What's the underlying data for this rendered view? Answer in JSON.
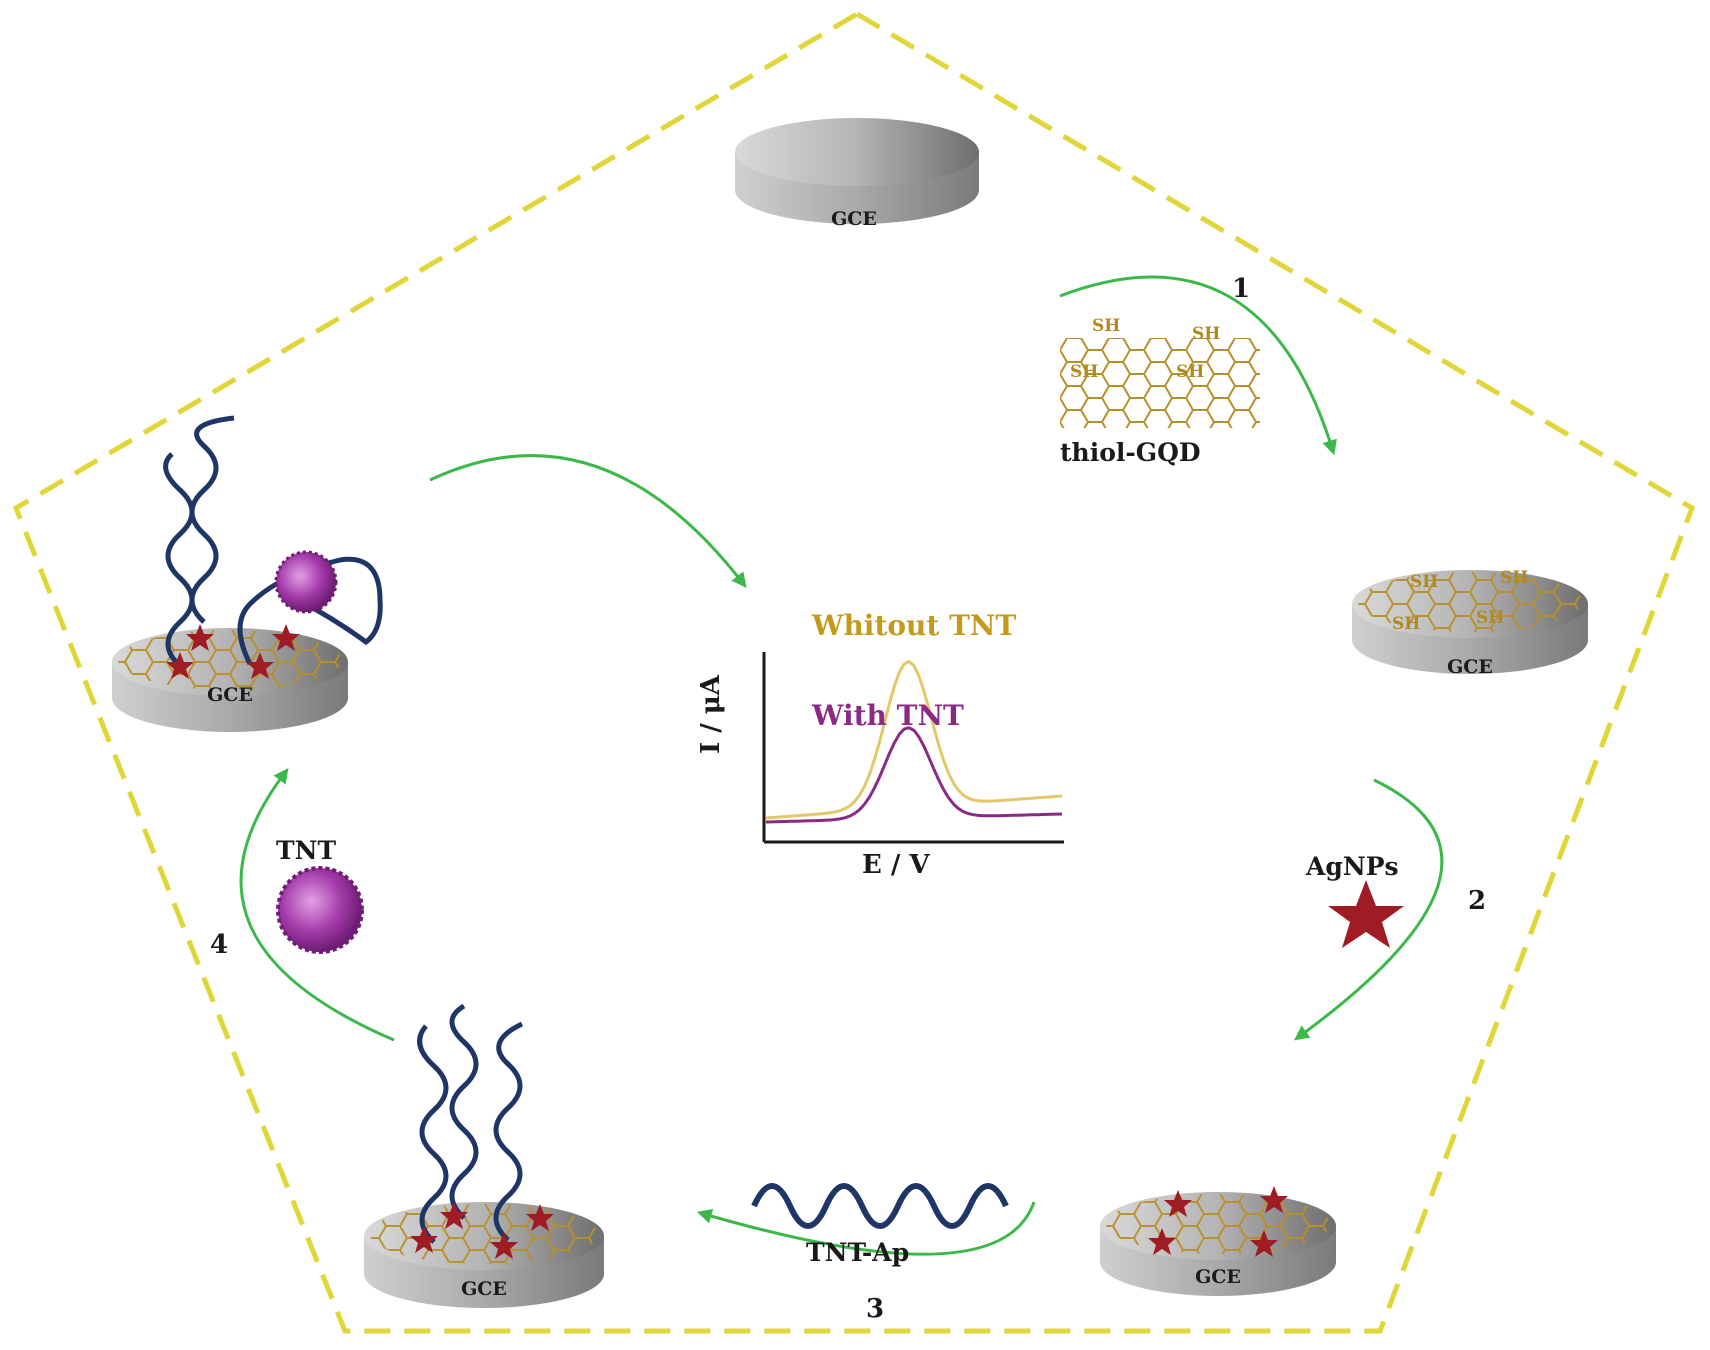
{
  "colors": {
    "frame": "#e0d63a",
    "arrow": "#3cb84a",
    "gqd": "#b8902a",
    "aptamer": "#1e3566",
    "agnp": "#a01c24",
    "tnt": "#a23aa8",
    "curve_without": "#e3c86a",
    "curve_with": "#8a2a86",
    "disk_top": "#b8b8b8",
    "disk_side": "#9c9c9c"
  },
  "electrodes": {
    "top": "GCE",
    "right": "GCE",
    "bottom_right": "GCE",
    "bottom_left": "GCE",
    "left": "GCE"
  },
  "steps": {
    "step1": {
      "number": "1",
      "reagent": "thiol-GQD",
      "groups": [
        "SH",
        "SH",
        "SH",
        "SH"
      ]
    },
    "step2": {
      "number": "2",
      "reagent": "AgNPs",
      "icon": "star-icon"
    },
    "step3": {
      "number": "3",
      "reagent": "TNT-Ap",
      "icon": "aptamer-wave-icon"
    },
    "step4": {
      "number": "4",
      "reagent": "TNT",
      "icon": "tnt-molecule-icon"
    }
  },
  "modified_surface_labels": [
    "SH",
    "SH",
    "SH",
    "SH"
  ],
  "chart_data": {
    "type": "line",
    "xlabel": "E / V",
    "ylabel": "I / μA",
    "series": [
      {
        "name": "Whitout TNT",
        "color": "#e3c86a",
        "peak": 1.0
      },
      {
        "name": "With TNT",
        "color": "#8a2a86",
        "peak": 0.62
      }
    ]
  }
}
